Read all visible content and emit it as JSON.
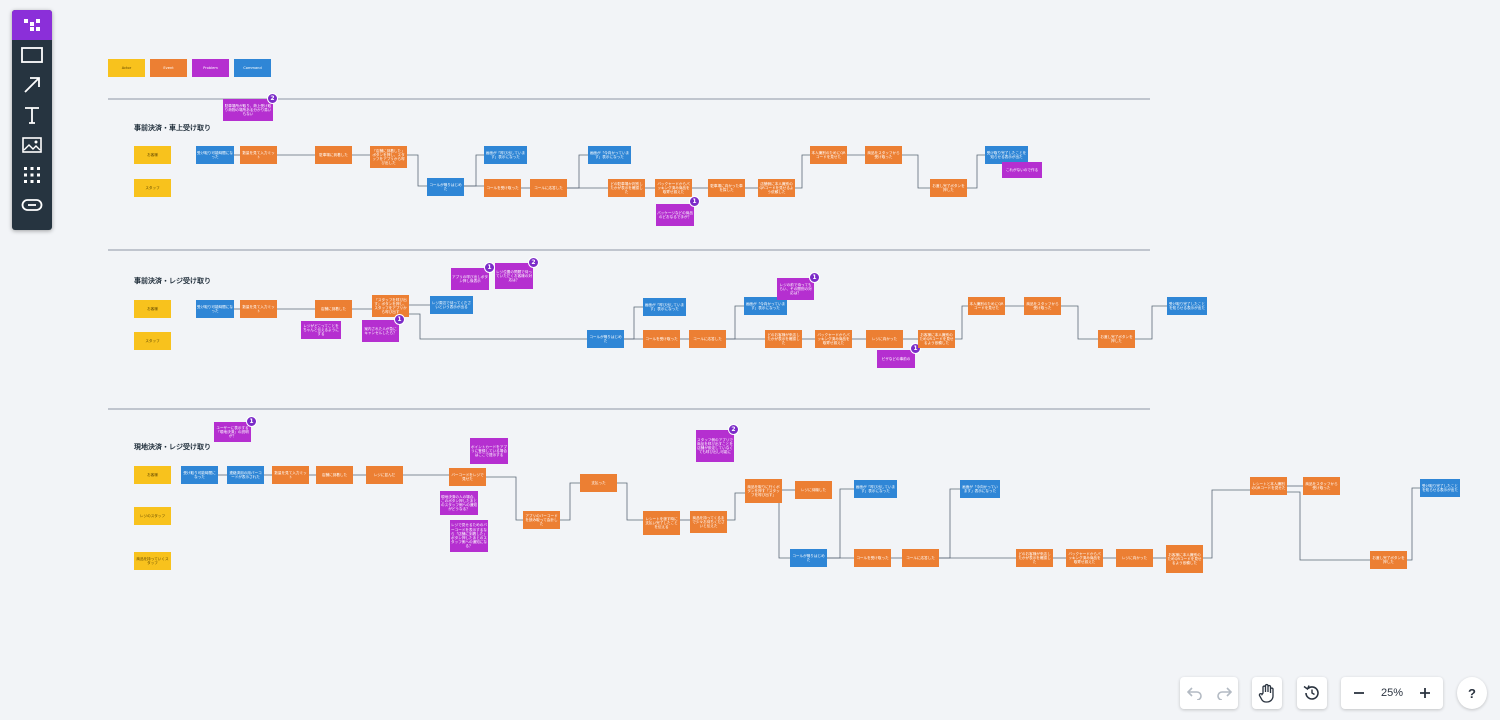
{
  "legend": [
    "Actor",
    "Event",
    "Problem",
    "Command"
  ],
  "lanes": [
    {
      "title": "事前決済・車上受け取り",
      "actors": [
        "お客様",
        "スタッフ"
      ]
    },
    {
      "title": "事前決済・レジ受け取り",
      "actors": [
        "お客様",
        "スタッフ"
      ]
    },
    {
      "title": "現地決済・レジ受け取り",
      "actors": [
        "お客様",
        "レジのスタッフ",
        "商品を持っていくスタッフ"
      ]
    }
  ],
  "cards": {
    "l1_a1": "受け取り可能時間になった",
    "l1_a2": "数量を見て入力ミット",
    "l1_a3": "駐車場に到着した",
    "l1_a4": "「店舗に到着した」ボタンを押し、スタッフをアプリから呼び出した",
    "l1_b1": "コールが鳴りはじめた",
    "l1_a5": "画面が「呼び出しています」表示になった",
    "l1_o1": "コールを受け取った",
    "l1_o2": "コールに応答した",
    "l1_b2": "画面が「今向かっています」表示になった",
    "l1_o3": "どの駐車場か判別したかが表示を確認した",
    "l1_o4": "バックヤードからパッキング済み商品を取寄せ揃えた",
    "l1_o5": "駐車場に向かった車を探した",
    "l1_o6": "店舗側に本人識別のQRコードを見せるよう依頼した",
    "l1_o7": "本人識別のためにQRコードを見せた",
    "l1_o8": "商品をスタッフから受け取った",
    "l1_o9": "お渡し完了ボタンを押した",
    "l1_b3": "受け取り完了したことを知らせる表示が出た",
    "l1_p1": "駐車場所が取り、荷上受け取り荷物の場所ある分かり易いもない",
    "l1_p2": "パッケージなどの商品のどおなるで手が？",
    "l1_p3": "これがないので作る",
    "l2_a1": "受け取り可能時間になった",
    "l2_a2": "数量を見て入力ミット",
    "l2_a3": "店舗に到着した",
    "l2_a4": "「スタッフを呼び出す」ボタンを押し、スタッフをアプリから呼び出す",
    "l2_b1": "レジ周辺で待ってくださいという表示が出る",
    "l2_p1": "アプリの呼び出しボタン押し後表示",
    "l2_p2": "レジ位置の問題で待っていただくお客様の対応は？",
    "l2_p3": "レジがどこってことをちゃんと伝えるようにする",
    "l2_p4": "案内された人が急にキャンセルしたら？",
    "l2_b2": "コールが鳴りはじめた",
    "l2_b3": "画面が「呼び出しています」表示になった",
    "l2_o1": "コールを受け取った",
    "l2_o2": "コールに応答した",
    "l2_b4": "画面が「今向かっています」表示になった",
    "l2_p5": "レジの前で待ってもらい、その間別の対応は？",
    "l2_o3": "どのお客様が来店したかが表示を確認した",
    "l2_o4": "バックヤードからパッキング済み商品を取寄せ揃えた",
    "l2_o5": "レジに向かった",
    "l2_o6": "お客様に本人識別のためQRコードを見せるよう依頼した",
    "l2_p6": "ピザなどの事前の",
    "l2_o7": "本人識別のためにQRコードを見せた",
    "l2_o8": "商品をスタッフから受け取った",
    "l2_o9": "お渡し完了ボタンを押した",
    "l2_b5": "受け取り完了したことを知らせる表示が出た",
    "l3_p0": "ユーザーに表示する「現地決済」の説明が？",
    "l3_a1": "受け取り可能時間になった",
    "l3_a2": "連絡済用の用バーコードが表示された",
    "l3_a3": "数量を見て入力ミット",
    "l3_a4": "店舗に到着した",
    "l3_a5": "レジに並んだ",
    "l3_o1": "バーコードをレジで見せた",
    "l3_p1": "ポイントカードをアプリに登録している場合はここで提示する",
    "l3_p2": "現地決済の人の場合、このボタン押したあとのスタッフ側への通知がどうなる？",
    "l3_p3": "レジで見せるためのバーコードを表示するなら「店舗に到着した」ボタン押したあとのスタッフ側への通知になる？",
    "l3_o2": "アプリのバーコードを読み取って会計した",
    "l3_o3": "支払った",
    "l3_o4": "レシートを渡す時に支払い完了したことを伝える",
    "l3_o5": "商品を持ってくるまで少々お待ちくださいと伝えた",
    "l3_p4": "スタッフ側のアプリで商品を呼び出すことを店舗が設定していなくても呼び出し可能に",
    "l3_o6": "商品を取りに行くボタンを押す「スタッフを呼び出す」",
    "l3_o7": "レジに待機した",
    "l3_b1": "コールが鳴りはじめた",
    "l3_b2": "画面が「呼び出しています」表示になった",
    "l3_o8": "コールを受け取った",
    "l3_o9": "コールに応答した",
    "l3_b3": "画面が「今向かっています」表示になった",
    "l3_o10": "どのお客様が来店したかが表示を確認した",
    "l3_o11": "バックヤードからパッキング済み商品を取寄せ揃えた",
    "l3_o12": "レジに向かった",
    "l3_o13": "お客様に本人識別のためQRコードを見せるよう依頼した",
    "l3_o14": "レシートと本人識別のQRコードを見せた",
    "l3_o15": "商品をスタッフから受け取った",
    "l3_o16": "お渡し完了ボタンを押した",
    "l3_b4": "受け取り完了したことを知らせる表示が出た"
  },
  "badges": {
    "b1": "2",
    "b2": "1",
    "b3": "1",
    "b4": "2",
    "b5": "1",
    "b6": "1",
    "b7": "1",
    "b8": "1",
    "b9": "2"
  },
  "controls": {
    "zoom": "25%",
    "help": "?"
  },
  "colors": {
    "actor": "#f8c21d",
    "event": "#ec7f33",
    "problem": "#b52fd0",
    "command": "#2f86d6",
    "toolbar": "#263440",
    "active": "#8b2fd9"
  }
}
